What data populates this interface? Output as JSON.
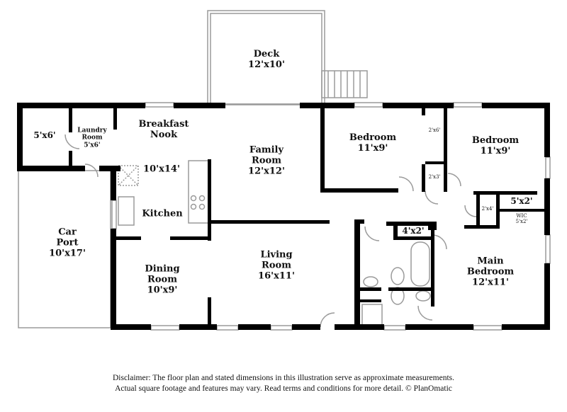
{
  "plan": {
    "rooms": [
      {
        "id": "deck",
        "name": "Deck",
        "dims": "12'x10'"
      },
      {
        "id": "storage",
        "name": "",
        "dims": "5'x6'"
      },
      {
        "id": "laundry",
        "name": "Laundry Room",
        "name_lines": [
          "Laundry",
          "Room"
        ],
        "dims": "5'x6'"
      },
      {
        "id": "breakfast",
        "name": "Breakfast Nook",
        "name_lines": [
          "Breakfast",
          "Nook"
        ],
        "dims": ""
      },
      {
        "id": "kitchen_dims",
        "name": "",
        "dims": "10'x14'"
      },
      {
        "id": "kitchen",
        "name": "Kitchen",
        "dims": ""
      },
      {
        "id": "family",
        "name": "Family Room",
        "name_lines": [
          "Family",
          "Room"
        ],
        "dims": "12'x12'"
      },
      {
        "id": "bedroom1",
        "name": "Bedroom",
        "dims": "11'x9'"
      },
      {
        "id": "bedroom2",
        "name": "Bedroom",
        "dims": "11'x9'"
      },
      {
        "id": "closet1",
        "name": "",
        "dims": "2'x6'"
      },
      {
        "id": "closet2",
        "name": "",
        "dims": "2'x3'"
      },
      {
        "id": "closet3",
        "name": "",
        "dims": "2'x4'"
      },
      {
        "id": "closet4",
        "name": "",
        "dims": "5'x2'"
      },
      {
        "id": "wic",
        "name": "WIC",
        "dims": "5'x2'"
      },
      {
        "id": "closet5",
        "name": "",
        "dims": "4'x2'"
      },
      {
        "id": "carport",
        "name": "Car Port",
        "name_lines": [
          "Car",
          "Port"
        ],
        "dims": "10'x17'"
      },
      {
        "id": "dining",
        "name": "Dining Room",
        "name_lines": [
          "Dining",
          "Room"
        ],
        "dims": "10'x9'"
      },
      {
        "id": "living",
        "name": "Living Room",
        "name_lines": [
          "Living",
          "Room"
        ],
        "dims": "16'x11'"
      },
      {
        "id": "main_bedroom",
        "name": "Main Bedroom",
        "name_lines": [
          "Main",
          "Bedroom"
        ],
        "dims": "12'x11'"
      }
    ],
    "colors": {
      "wall": "#000000",
      "outline": "#9a9a9a",
      "background": "#ffffff"
    }
  },
  "disclaimer": {
    "line1": "Disclaimer: The floor plan and stated dimensions in this illustration serve as approximate measurements.",
    "line2": "Actual square footage and features may vary. Read terms and conditions for more detail. © PlanOmatic"
  }
}
